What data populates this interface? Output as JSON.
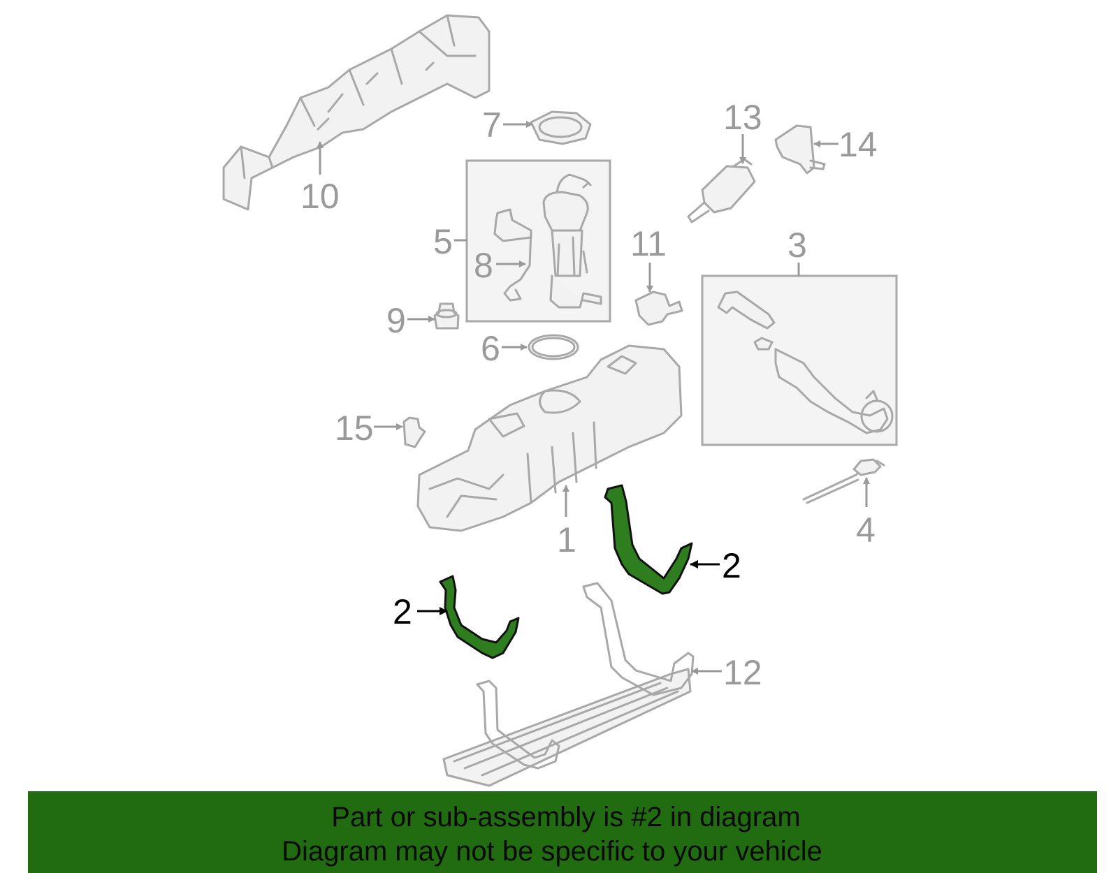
{
  "callouts": {
    "n1": "1",
    "n2a": "2",
    "n2b": "2",
    "n3": "3",
    "n4": "4",
    "n5": "5",
    "n6": "6",
    "n7": "7",
    "n8": "8",
    "n9": "9",
    "n10": "10",
    "n11": "11",
    "n12": "12",
    "n13": "13",
    "n14": "14",
    "n15": "15"
  },
  "highlighted_part": "2",
  "colors": {
    "highlight": "#2e7d1e",
    "banner": "#216c10",
    "part_line": "#a8a8a8",
    "label": "#9a9a9a"
  },
  "banner": {
    "line1": "Part or sub-assembly is #2 in diagram",
    "line2": "Diagram may not be specific to your vehicle"
  }
}
